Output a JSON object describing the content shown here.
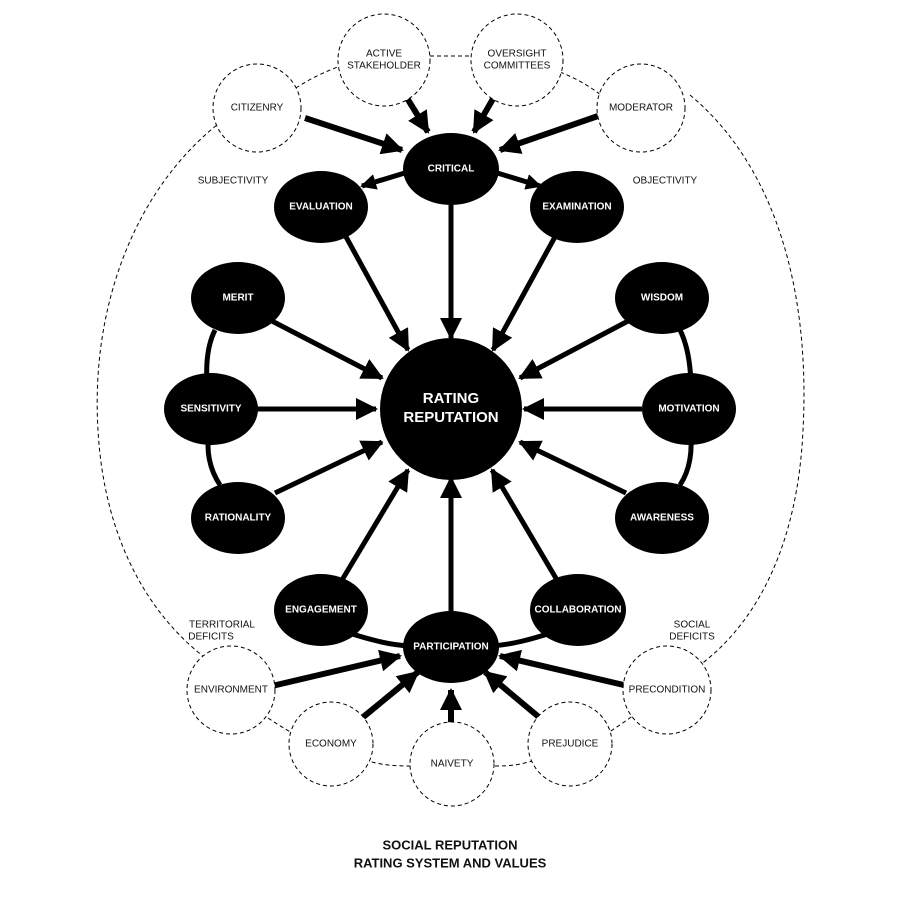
{
  "center": {
    "line1": "RATING",
    "line2": "REPUTATION"
  },
  "nodes": {
    "critical": "CRITICAL",
    "evaluation": "EVALUATION",
    "examination": "EXAMINATION",
    "merit": "MERIT",
    "sensitivity": "SENSITIVITY",
    "rationality": "RATIONALITY",
    "wisdom": "WISDOM",
    "motivation": "MOTIVATION",
    "awareness": "AWARENESS",
    "engagement": "ENGAGEMENT",
    "participation": "PARTICIPATION",
    "collaboration": "COLLABORATION"
  },
  "outer_nodes": {
    "citizenry": "CITIZENRY",
    "active_stakeholder": {
      "line1": "ACTIVE",
      "line2": "STAKEHOLDER"
    },
    "oversight_committees": {
      "line1": "OVERSIGHT",
      "line2": "COMMITTEES"
    },
    "moderator": "MODERATOR",
    "environment": "ENVIRONMENT",
    "economy": "ECONOMY",
    "naivety": "NAIVETY",
    "prejudice": "PREJUDICE",
    "precondition": "PRECONDITION"
  },
  "regions": {
    "subjectivity": "SUBJECTIVITY",
    "objectivity": "OBJECTIVITY",
    "territorial_deficits": {
      "line1": "TERRITORIAL",
      "line2": "DEFICITS"
    },
    "social_deficits": {
      "line1": "SOCIAL",
      "line2": "DEFICITS"
    }
  },
  "caption": {
    "line1": "SOCIAL REPUTATION",
    "line2": "RATING SYSTEM AND VALUES"
  },
  "colors": {
    "fill": "#000000",
    "background": "#ffffff",
    "text_dark": "#111111"
  }
}
